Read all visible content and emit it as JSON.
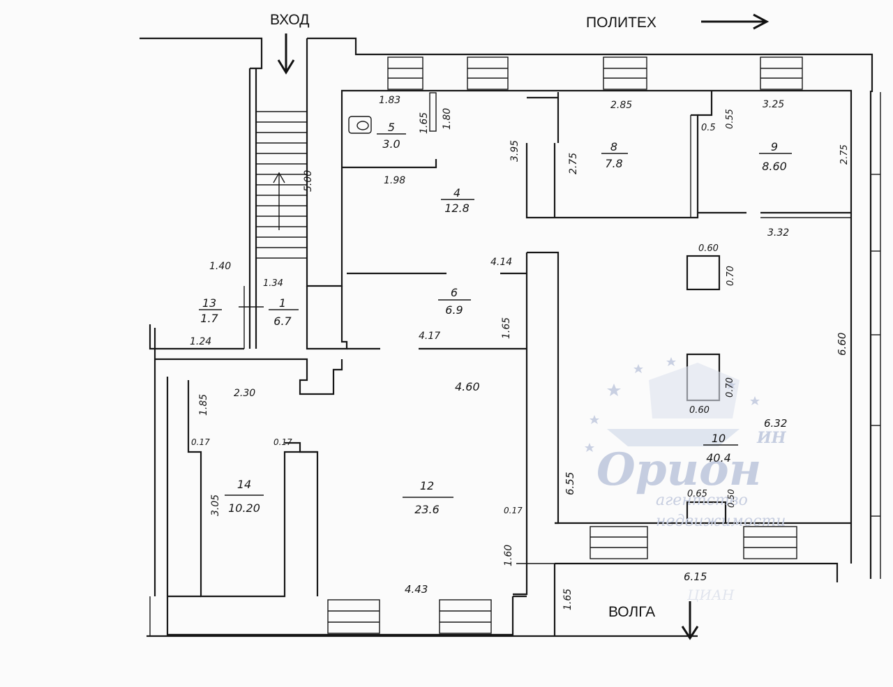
{
  "labels": {
    "entrance": "ВХОД",
    "politekh": "ПОЛИТЕХ",
    "volga": "ВОЛГА"
  },
  "rooms": [
    {
      "id": "room-1",
      "num": "1",
      "area": "6.7"
    },
    {
      "id": "room-4",
      "num": "4",
      "area": "12.8"
    },
    {
      "id": "room-5",
      "num": "5",
      "area": "3.0"
    },
    {
      "id": "room-6",
      "num": "6",
      "area": "6.9"
    },
    {
      "id": "room-8",
      "num": "8",
      "area": "7.8"
    },
    {
      "id": "room-9",
      "num": "9",
      "area": "8.60"
    },
    {
      "id": "room-10",
      "num": "10",
      "area": "40.4"
    },
    {
      "id": "room-12",
      "num": "12",
      "area": "23.6"
    },
    {
      "id": "room-13",
      "num": "13",
      "area": "1.7"
    },
    {
      "id": "room-14",
      "num": "14",
      "area": "10.20"
    }
  ],
  "dimensions": [
    "1.83",
    "1.65",
    "1.80",
    "3.95",
    "2.75",
    "2.85",
    "0.5",
    "0.55",
    "3.25",
    "2.75",
    "1.98",
    "5.00",
    "3.32",
    "0.60",
    "0.70",
    "1.40",
    "1.34",
    "4.14",
    "1.65",
    "1.24",
    "4.17",
    "4.60",
    "0.70",
    "6.60",
    "2.30",
    "1.85",
    "0.60",
    "6.32",
    "0.17",
    "0.17",
    "3.05",
    "0.17",
    "6.55",
    "0.65",
    "0.50",
    "1.60",
    "4.43",
    "6.15",
    "1.65"
  ],
  "watermark": {
    "brand": "Орион",
    "suffix": "ИН",
    "line1": "агентство",
    "line2": "недвижимости",
    "faint": "ЦИАН"
  },
  "colors": {
    "ink": "#161616",
    "paper": "#fbfbfb",
    "watermark": "#c5cde0"
  }
}
